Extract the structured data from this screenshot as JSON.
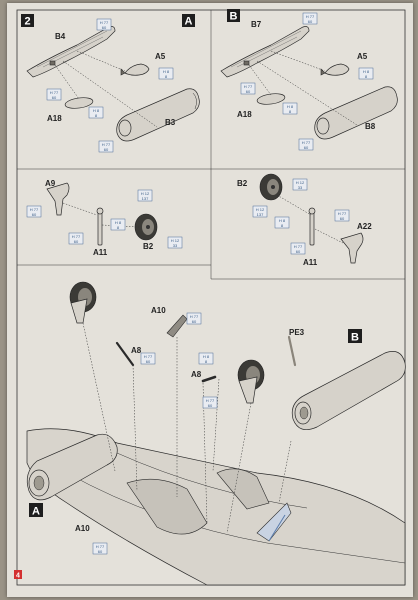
{
  "page_number": "4",
  "colors": {
    "accent_step": "#d33030",
    "callout": "#4a6b95",
    "line": "#333333"
  },
  "top_left": {
    "step": "2",
    "version": "A",
    "parts": [
      "B4",
      "A5",
      "A18",
      "B3"
    ],
    "color_callouts": [
      {
        "code": "H 77",
        "num": "60"
      },
      {
        "code": "H 8",
        "num": "8"
      },
      {
        "code": "H 77",
        "num": "60"
      },
      {
        "code": "H 8",
        "num": "8"
      },
      {
        "code": "H 77",
        "num": "60"
      }
    ]
  },
  "top_right": {
    "version": "B",
    "parts": [
      "B7",
      "A5",
      "A18",
      "B8"
    ],
    "color_callouts": [
      {
        "code": "H 77",
        "num": "60"
      },
      {
        "code": "H 8",
        "num": "8"
      },
      {
        "code": "H 77",
        "num": "60"
      },
      {
        "code": "H 8",
        "num": "8"
      },
      {
        "code": "H 77",
        "num": "60"
      }
    ]
  },
  "mid_left": {
    "parts": [
      "A9",
      "A11",
      "B2"
    ],
    "color_callouts": [
      {
        "code": "H 77",
        "num": "60"
      },
      {
        "code": "H 8",
        "num": "8"
      },
      {
        "code": "H 77",
        "num": "60"
      },
      {
        "code": "H 12",
        "num": "137"
      },
      {
        "code": "H 12",
        "num": "33"
      }
    ]
  },
  "mid_right": {
    "parts": [
      "B2",
      "A22",
      "A11"
    ],
    "color_callouts": [
      {
        "code": "H 12",
        "num": "33"
      },
      {
        "code": "H 8",
        "num": "8"
      },
      {
        "code": "H 12",
        "num": "137"
      },
      {
        "code": "H 77",
        "num": "60"
      },
      {
        "code": "H 77",
        "num": "60"
      }
    ]
  },
  "main": {
    "version_b": "B",
    "version_a": "A",
    "parts": [
      "A10",
      "A8",
      "PE3",
      "A8",
      "A10"
    ],
    "color_callouts": [
      {
        "code": "H 77",
        "num": "60"
      },
      {
        "code": "H 77",
        "num": "60"
      },
      {
        "code": "H 8",
        "num": "8"
      },
      {
        "code": "H 77",
        "num": "60"
      },
      {
        "code": "H 77",
        "num": "60"
      }
    ]
  }
}
